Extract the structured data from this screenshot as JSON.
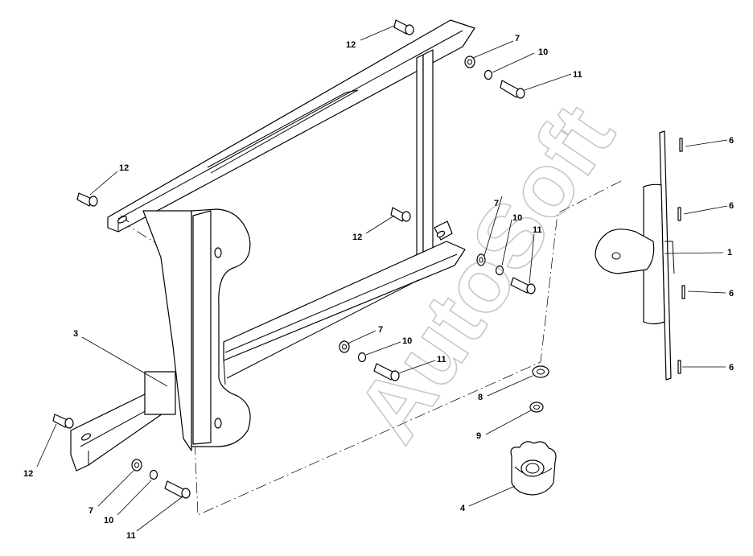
{
  "watermark": "AutoSoft",
  "callouts": [
    {
      "id": "c12a",
      "text": "12"
    },
    {
      "id": "c7a",
      "text": "7"
    },
    {
      "id": "c10a",
      "text": "10"
    },
    {
      "id": "c11a",
      "text": "11"
    },
    {
      "id": "c12b",
      "text": "12"
    },
    {
      "id": "c12c",
      "text": "12"
    },
    {
      "id": "c7b",
      "text": "7"
    },
    {
      "id": "c10b",
      "text": "10"
    },
    {
      "id": "c11b",
      "text": "11"
    },
    {
      "id": "c3",
      "text": "3"
    },
    {
      "id": "c7c",
      "text": "7"
    },
    {
      "id": "c10c",
      "text": "10"
    },
    {
      "id": "c11c",
      "text": "11"
    },
    {
      "id": "c12d",
      "text": "12"
    },
    {
      "id": "c7d",
      "text": "7"
    },
    {
      "id": "c10d",
      "text": "10"
    },
    {
      "id": "c11d",
      "text": "11"
    },
    {
      "id": "c6a",
      "text": "6"
    },
    {
      "id": "c6b",
      "text": "6"
    },
    {
      "id": "c1",
      "text": "1"
    },
    {
      "id": "c6c",
      "text": "6"
    },
    {
      "id": "c6d",
      "text": "6"
    },
    {
      "id": "c8",
      "text": "8"
    },
    {
      "id": "c9",
      "text": "9"
    },
    {
      "id": "c4",
      "text": "4"
    }
  ]
}
